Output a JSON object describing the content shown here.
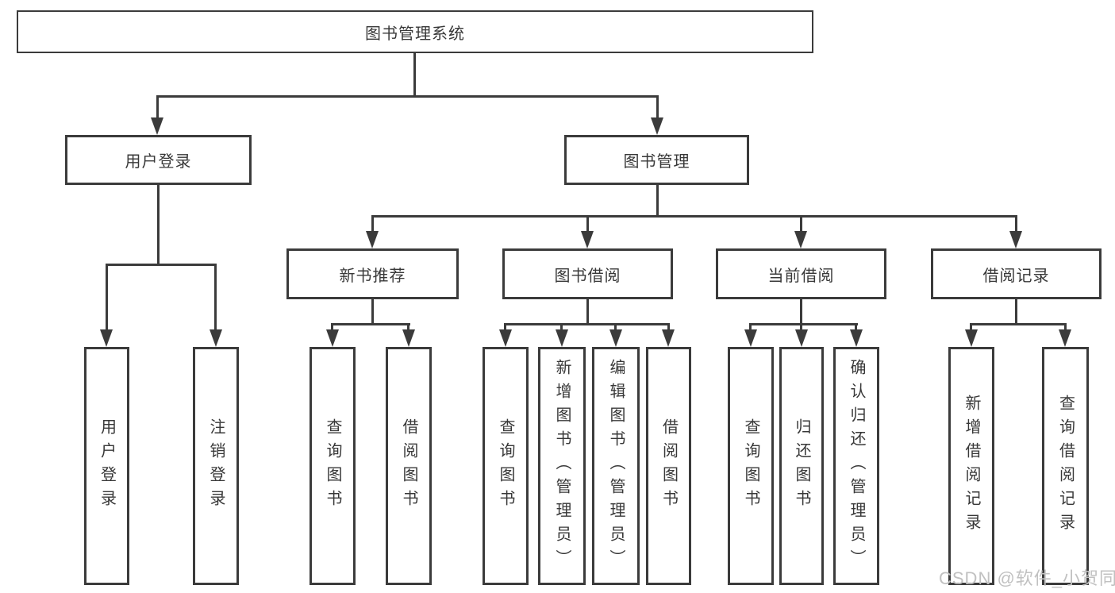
{
  "diagram": {
    "root": {
      "label": "图书管理系统"
    },
    "branches": [
      {
        "label": "用户登录",
        "children": [
          {
            "label": "用户登录"
          },
          {
            "label": "注销登录"
          }
        ]
      },
      {
        "label": "图书管理",
        "children": [
          {
            "label": "新书推荐",
            "children": [
              {
                "label": "查询图书"
              },
              {
                "label": "借阅图书"
              }
            ]
          },
          {
            "label": "图书借阅",
            "children": [
              {
                "label": "查询图书"
              },
              {
                "label": "新增图书（管理员）"
              },
              {
                "label": "编辑图书（管理员）"
              },
              {
                "label": "借阅图书"
              }
            ]
          },
          {
            "label": "当前借阅",
            "children": [
              {
                "label": "查询图书"
              },
              {
                "label": "归还图书"
              },
              {
                "label": "确认归还（管理员）"
              }
            ]
          },
          {
            "label": "借阅记录",
            "children": [
              {
                "label": "新增借阅记录"
              },
              {
                "label": "查询借阅记录"
              }
            ]
          }
        ]
      }
    ]
  },
  "watermark": {
    "text": "CSDN @软件_小贺同学"
  },
  "colors": {
    "line": "#3b3b3b",
    "text": "#383838",
    "background": "#ffffff",
    "watermark": "#c1c1c1"
  }
}
